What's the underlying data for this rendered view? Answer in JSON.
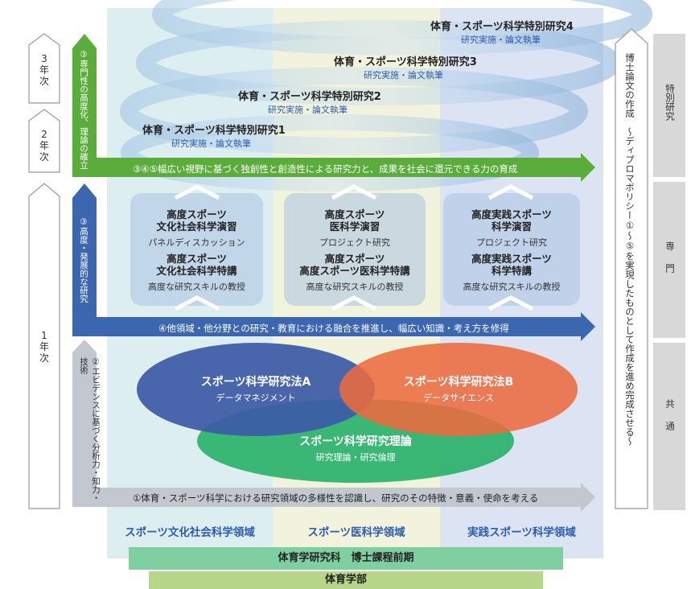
{
  "years": {
    "y3": "3\n年\n次",
    "y2": "2\n年\n次",
    "y1": "1\n年\n次"
  },
  "left_labels": {
    "green": "③専門性の高度化、理論の確立",
    "blue": "③高度・発展的な研究",
    "gray": "②エビデンスに基づく分析力・知力・技術"
  },
  "research": [
    {
      "title": "体育・スポーツ科学特別研究4",
      "sub": "研究実施・論文執筆"
    },
    {
      "title": "体育・スポーツ科学特別研究3",
      "sub": "研究実施・論文執筆"
    },
    {
      "title": "体育・スポーツ科学特別研究2",
      "sub": "研究実施・論文執筆"
    },
    {
      "title": "体育・スポーツ科学特別研究1",
      "sub": "研究実施・論文執筆"
    }
  ],
  "arrows": {
    "green": "③④⑤幅広い視野に基づく独創性と創造性による研究力と、成果を社会に還元できる力の育成",
    "blue": "④他領域・他分野との研究・教育における融合を推進し、幅広い知識・考え方を修得",
    "gray": "①体育・スポーツ科学における研究領域の多様性を認識し、研究のその特徴・意義・使命を考える"
  },
  "courses": [
    {
      "t1": "高度スポーツ\n文化社会科学演習",
      "s1": "パネルディスカッション",
      "t2": "高度スポーツ\n文化社会科学特講",
      "s2": "高度な研究スキルの教授"
    },
    {
      "t1": "高度スポーツ\n医科学演習",
      "s1": "プロジェクト研究",
      "t2": "高度スポーツ\n高度スポーツ医科学特講",
      "s2": "高度な研究スキルの教授"
    },
    {
      "t1": "高度実践スポーツ\n科学演習",
      "s1": "プロジェクト研究",
      "t2": "高度実践スポーツ\n科学特講",
      "s2": "高度な研究スキルの教授"
    }
  ],
  "methods": [
    {
      "title": "スポーツ科学研究法A",
      "sub": "データマネジメント",
      "color": "#3c5aa6"
    },
    {
      "title": "スポーツ科学研究法B",
      "sub": "データサイエンス",
      "color": "#ec6b3f"
    },
    {
      "title": "スポーツ科学研究理論",
      "sub": "研究理論・研究倫理",
      "color": "#2fb36e"
    }
  ],
  "domains": [
    "スポーツ文化社会科学領域",
    "スポーツ医科学領域",
    "実践スポーツ科学領域"
  ],
  "bars": {
    "grad": "体育学研究科　博士課程前期",
    "faculty": "体育学部"
  },
  "right_arrow": "博士論文の作成　〜ディプロマポリシー①〜⑤を実現したものとして作成を進め完成させる〜",
  "right_boxes": [
    "特別研究",
    "専門",
    "共通"
  ],
  "colors": {
    "green": "#5aad3a",
    "blue": "#3d66b0",
    "gray": "#c3c8d0",
    "domain_text": "#2c5cb0"
  }
}
